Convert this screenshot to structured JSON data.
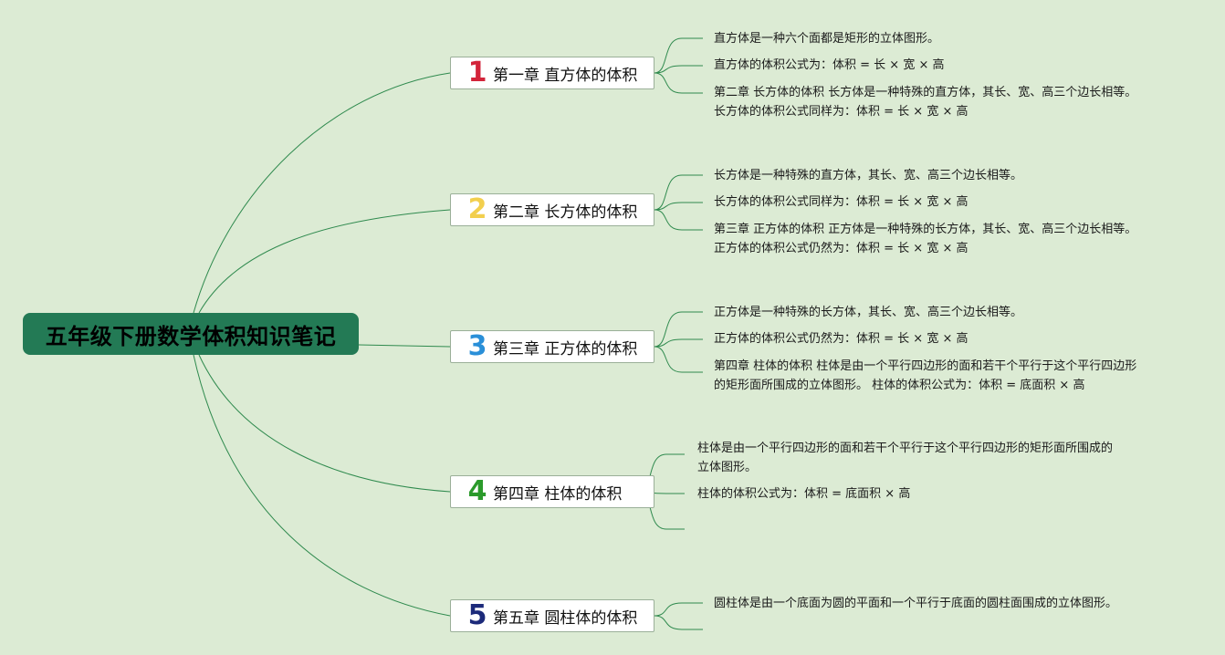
{
  "root": {
    "title": "五年级下册数学体积知识笔记"
  },
  "chapters": [
    {
      "num": "1",
      "color": "#d3243a",
      "title": "第一章 直方体的体积",
      "leaves": [
        [
          "直方体是一种六个面都是矩形的立体图形。"
        ],
        [
          "直方体的体积公式为：体积 = 长 × 宽 × 高"
        ],
        [
          "第二章 长方体的体积 长方体是一种特殊的直方体，其长、宽、高三个边长相等。",
          "长方体的体积公式同样为：体积 = 长 × 宽 × 高"
        ]
      ]
    },
    {
      "num": "2",
      "color": "#f2cf4e",
      "title": "第二章 长方体的体积",
      "leaves": [
        [
          "长方体是一种特殊的直方体，其长、宽、高三个边长相等。"
        ],
        [
          "长方体的体积公式同样为：体积 = 长 × 宽 × 高"
        ],
        [
          "第三章 正方体的体积 正方体是一种特殊的长方体，其长、宽、高三个边长相等。",
          "正方体的体积公式仍然为：体积 = 长 × 宽 × 高"
        ]
      ]
    },
    {
      "num": "3",
      "color": "#2a8fd8",
      "title": "第三章 正方体的体积",
      "leaves": [
        [
          "正方体是一种特殊的长方体，其长、宽、高三个边长相等。"
        ],
        [
          "正方体的体积公式仍然为：体积 = 长 × 宽 × 高"
        ],
        [
          "第四章 柱体的体积 柱体是由一个平行四边形的面和若干个平行于这个平行四边形",
          "的矩形面所围成的立体图形。 柱体的体积公式为：体积 = 底面积 × 高"
        ]
      ]
    },
    {
      "num": "4",
      "color": "#2b9a2b",
      "title": "第四章 柱体的体积",
      "leaves": [
        [
          "柱体是由一个平行四边形的面和若干个平行于这个平行四边形的矩形面所围成的",
          "立体图形。"
        ],
        [
          "柱体的体积公式为：体积 = 底面积 × 高"
        ],
        []
      ]
    },
    {
      "num": "5",
      "color": "#1c2a7a",
      "title": "第五章 圆柱体的体积",
      "leaves": [
        [
          "圆柱体是由一个底面为圆的平面和一个平行于底面的圆柱面围成的立体图形。"
        ],
        []
      ]
    }
  ],
  "colors": {
    "background": "#dcebd4",
    "root_fill": "#237a55",
    "line": "#2f8a4e"
  }
}
